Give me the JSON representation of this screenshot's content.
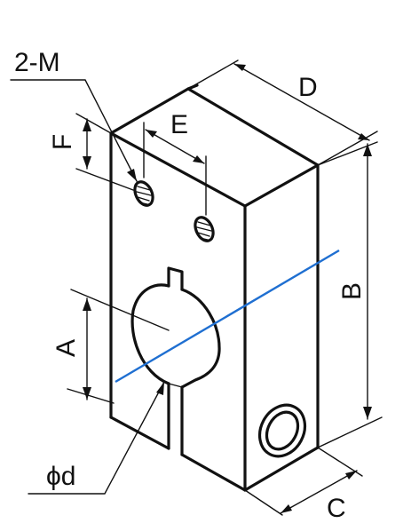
{
  "diagram": {
    "labels": {
      "tap_holes": "2-M",
      "depth": "D",
      "hole_pitch": "E",
      "hole_offset": "F",
      "height": "B",
      "bore_offset": "A",
      "width": "C",
      "bore_diameter": "ϕd"
    },
    "colors": {
      "outline": "#111111",
      "centerline": "#1f6fd1",
      "background": "#ffffff"
    }
  }
}
